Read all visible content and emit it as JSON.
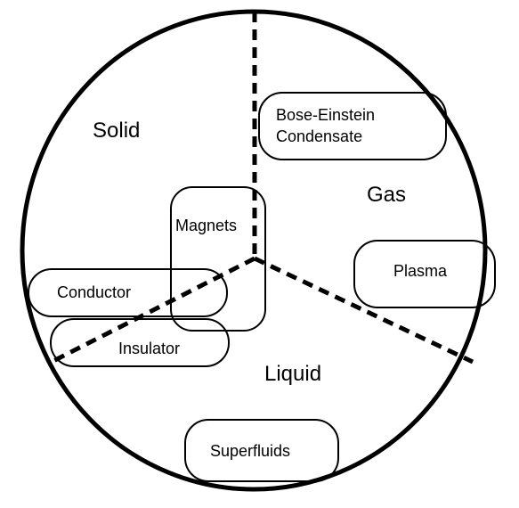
{
  "colors": {
    "stroke": "#000000",
    "background": "#ffffff"
  },
  "regions": {
    "solid": "Solid",
    "gas": "Gas",
    "liquid": "Liquid"
  },
  "boxes": {
    "bec_line1": "Bose-Einstein",
    "bec_line2": "Condensate",
    "magnets": "Magnets",
    "plasma": "Plasma",
    "conductor": "Conductor",
    "insulator": "Insulator",
    "superfluids": "Superfluids"
  }
}
